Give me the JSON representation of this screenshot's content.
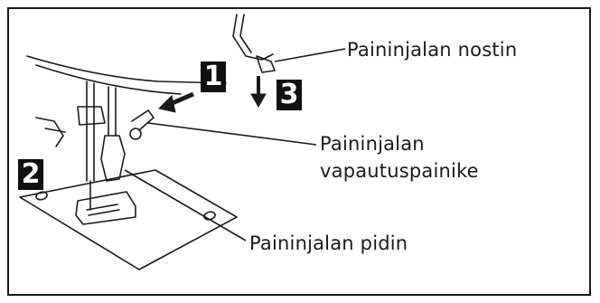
{
  "labels": {
    "lifter": "Paininjalan nostin",
    "release_line1": "Paininjalan",
    "release_line2": "vapautuspainike",
    "holder": "Paininjalan pidin"
  },
  "steps": [
    "1",
    "2",
    "3"
  ],
  "colors": {
    "ink": "#1a1a1a",
    "badge": "#111111"
  }
}
